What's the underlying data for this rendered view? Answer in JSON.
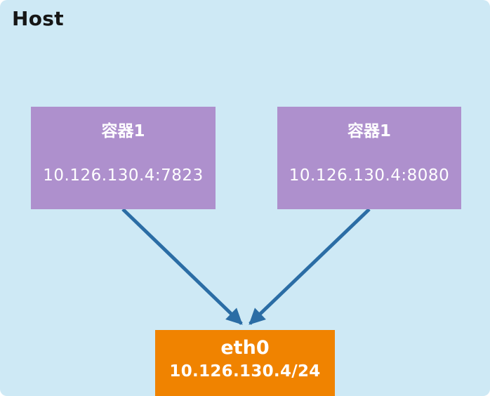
{
  "diagram": {
    "host_label": "Host",
    "containers": [
      {
        "title": "容器1",
        "address": "10.126.130.4:7823"
      },
      {
        "title": "容器1",
        "address": "10.126.130.4:8080"
      }
    ],
    "interface": {
      "title": "eth0",
      "address": "10.126.130.4/24"
    }
  },
  "colors": {
    "host_bg": "#cee9f5",
    "container_bg": "#ae90cd",
    "interface_bg": "#f08300",
    "arrow": "#2b6da5",
    "text_light": "#ffffff",
    "text_dark": "#161616"
  }
}
